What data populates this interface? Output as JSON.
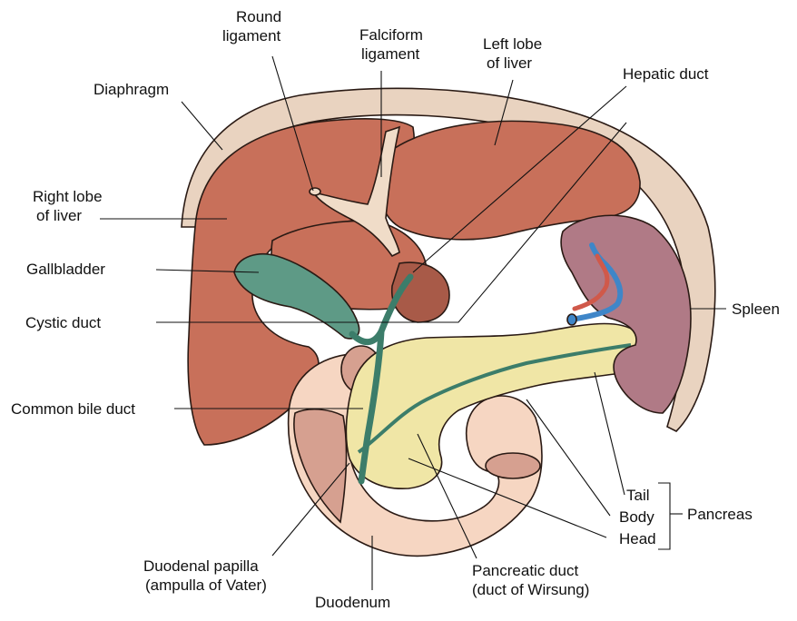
{
  "labels": {
    "round_ligament": [
      "Round",
      "ligament"
    ],
    "falciform_ligament": [
      "Falciform",
      "ligament"
    ],
    "left_lobe": [
      "Left lobe",
      "of liver"
    ],
    "hepatic_duct": "Hepatic duct",
    "diaphragm": "Diaphragm",
    "right_lobe": [
      "Right lobe",
      "of liver"
    ],
    "gallbladder": "Gallbladder",
    "cystic_duct": "Cystic duct",
    "spleen": "Spleen",
    "common_bile_duct": "Common bile duct",
    "tail": "Tail",
    "body": "Body",
    "head": "Head",
    "pancreas": "Pancreas",
    "duodenal_papilla": [
      "Duodenal papilla",
      "(ampulla of Vater)"
    ],
    "pancreatic_duct": [
      "Pancreatic duct",
      "(duct of Wirsung)"
    ],
    "duodenum": "Duodenum"
  },
  "colors": {
    "liver": "#c8705a",
    "liver_shadow": "#a85a48",
    "diaphragm": "#e9d3c0",
    "ligament": "#f0dcc8",
    "gallbladder": "#5e9a86",
    "spleen": "#b07a86",
    "spleen_shadow": "#8f5c68",
    "pancreas": "#f0e6a6",
    "duodenum": "#f6d6c2",
    "duodenum_inner": "#d6a090",
    "vein": "#3f86c8",
    "artery": "#d0594a"
  }
}
